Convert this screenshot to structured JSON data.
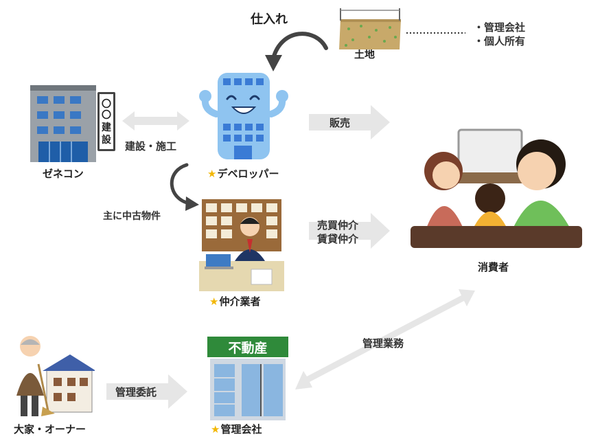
{
  "source": {
    "label": "仕入れ",
    "land_label": "土地",
    "owners": [
      "・管理会社",
      "・個人所有"
    ]
  },
  "nodes": {
    "general_contractor": {
      "label": "ゼネコン",
      "sign": "〇〇建設"
    },
    "developer": {
      "star": "★",
      "label": "デベロッパー"
    },
    "broker": {
      "star": "★",
      "label": "仲介業者"
    },
    "property_manager": {
      "star": "★",
      "label": "管理会社",
      "sign": "不動産"
    },
    "consumer": {
      "label": "消費者"
    },
    "landlord": {
      "label": "大家・オーナー"
    }
  },
  "edges": {
    "construction": "建設・施工",
    "sales": "販売",
    "mainly_used": "主に中古物件",
    "brokerage": [
      "売買仲介",
      "賃貸仲介"
    ],
    "management_delegation": "管理委託",
    "management_work": "管理業務"
  },
  "colors": {
    "arrow_gray": "#e6e6e6",
    "curve_arrow": "#444444",
    "star": "#f2b705",
    "realty_green": "#2f8a3a"
  }
}
